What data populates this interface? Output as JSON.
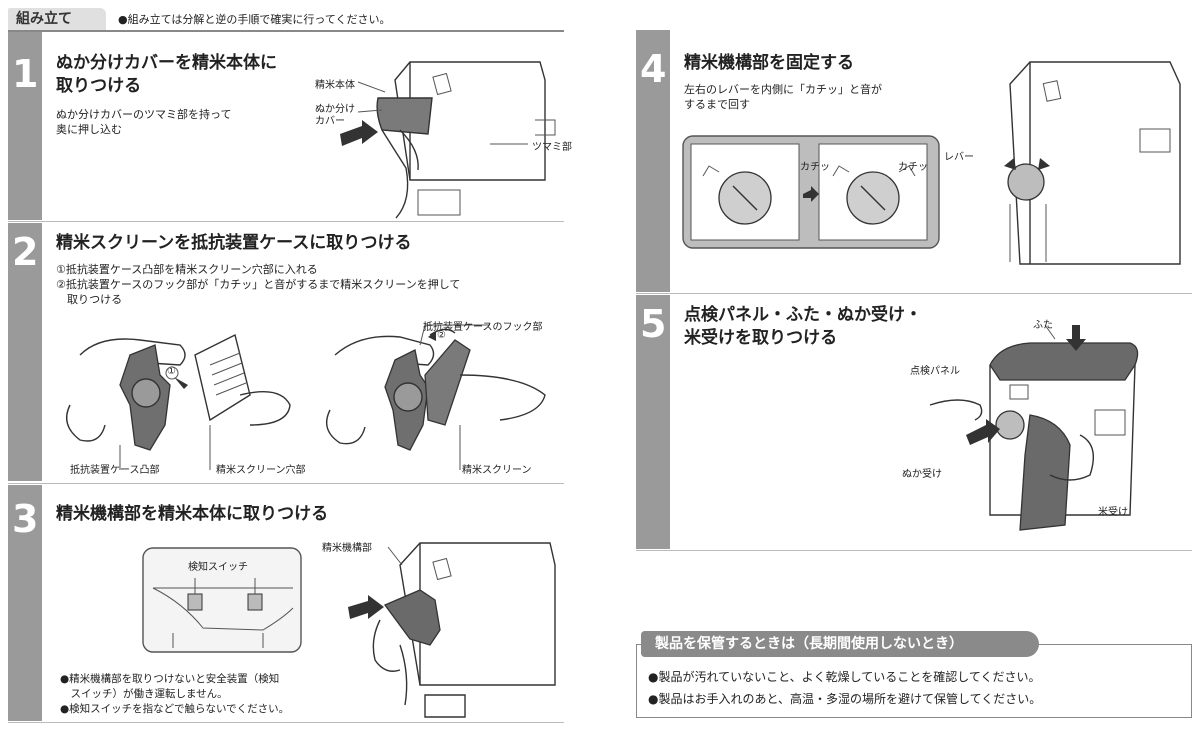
{
  "header": {
    "tab": "組み立て",
    "note": "●組み立ては分解と逆の手順で確実に行ってください。"
  },
  "steps": [
    {
      "number": "1",
      "title_lines": [
        "ぬか分けカバーを精米本体に",
        "取りつける"
      ],
      "body_lines": [
        "ぬか分けカバーのツマミ部を持って",
        "奥に押し込む"
      ],
      "labels": {
        "main_body": "精米本体",
        "cover_1": "ぬか分け",
        "cover_2": "カバー",
        "knob": "ツマミ部"
      }
    },
    {
      "number": "2",
      "title": "精米スクリーンを抵抗装置ケースに取りつける",
      "body_lines": [
        "①抵抗装置ケース凸部を精米スクリーン穴部に入れる",
        "②抵抗装置ケースのフック部が「カチッ」と音がするまで精米スクリーンを押して",
        "　取りつける"
      ],
      "labels": {
        "hook": "抵抗装置ケースのフック部",
        "convex": "抵抗装置ケース凸部",
        "hole": "精米スクリーン穴部",
        "screen": "精米スクリーン",
        "mark1": "①",
        "mark2": "②"
      }
    },
    {
      "number": "3",
      "title": "精米機構部を精米本体に取りつける",
      "labels": {
        "switch": "検知スイッチ",
        "mechanism": "精米機構部"
      },
      "notes": [
        "●精米機構部を取りつけないと安全装置（検知",
        "　スイッチ）が働き運転しません。",
        "●検知スイッチを指などで触らないでください。"
      ]
    },
    {
      "number": "4",
      "title": "精米機構部を固定する",
      "body_lines": [
        "左右のレバーを内側に「カチッ」と音が",
        "するまで回す"
      ],
      "labels": {
        "click_left": "カチッ",
        "click_right": "カチッ",
        "lever": "レバー"
      }
    },
    {
      "number": "5",
      "title_lines": [
        "点検パネル・ふた・ぬか受け・",
        "米受けを取りつける"
      ],
      "labels": {
        "lid": "ふた",
        "panel": "点検パネル",
        "bran": "ぬか受け",
        "rice": "米受け"
      }
    }
  ],
  "storage": {
    "heading": "製品を保管するときは（長期間使用しないとき）",
    "items": [
      "●製品が汚れていないこと、よく乾燥していることを確認してください。",
      "●製品はお手入れのあと、高温・多湿の場所を避けて保管してください。"
    ]
  }
}
